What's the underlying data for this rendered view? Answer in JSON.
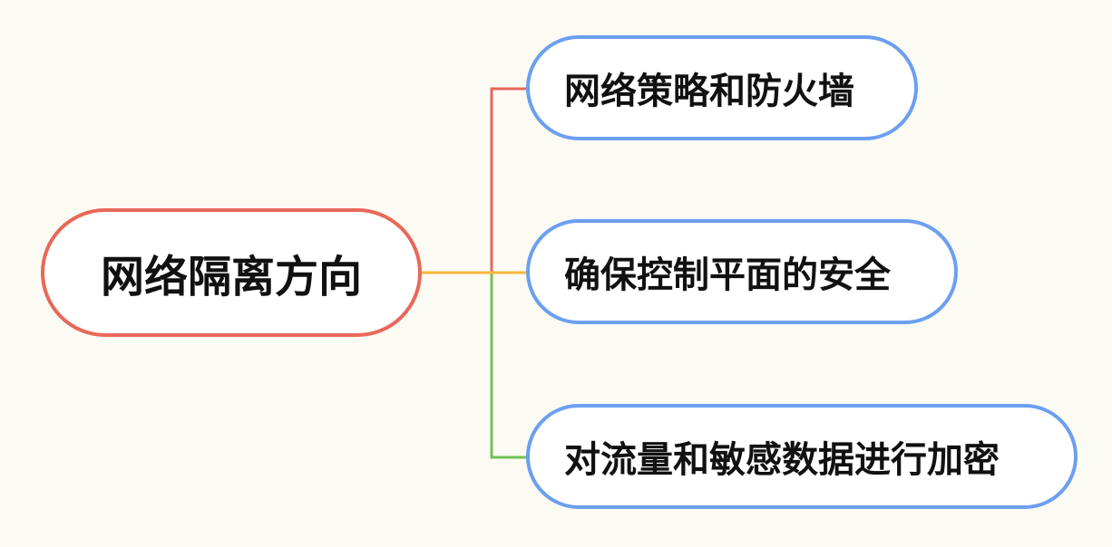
{
  "mindmap": {
    "root": {
      "label": "网络隔离方向",
      "border_color": "#e8685a"
    },
    "children": [
      {
        "label": "网络策略和防火墙",
        "border_color": "#6b9ff0",
        "connector_color": "#e8685a"
      },
      {
        "label": "确保控制平面的安全",
        "border_color": "#6b9ff0",
        "connector_color": "#f5b73c"
      },
      {
        "label": "对流量和敏感数据进行加密",
        "border_color": "#6b9ff0",
        "connector_color": "#72c15a"
      }
    ]
  }
}
